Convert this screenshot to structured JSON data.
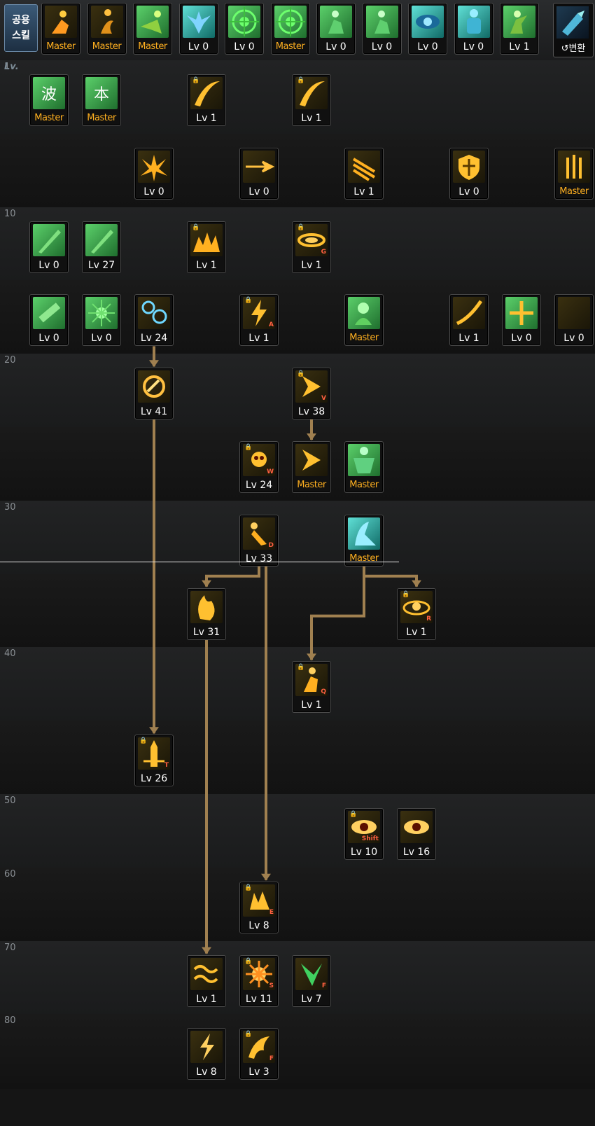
{
  "header": {
    "shared_label_1": "공용",
    "shared_label_2": "스킬",
    "lv_heading": "Lv.",
    "convert_label": "↺변환"
  },
  "colors": {
    "master": "#ffb020",
    "level": "#ffffff",
    "connector": "#a08050"
  },
  "top_skills": [
    {
      "icon": "rising-figure-icon",
      "label": "Master"
    },
    {
      "icon": "twisting-figure-icon",
      "label": "Master"
    },
    {
      "icon": "dash-figure-icon",
      "label": "Master"
    },
    {
      "icon": "winged-star-icon",
      "label": "Lv 0"
    },
    {
      "icon": "target-icon",
      "label": "Lv 0"
    },
    {
      "icon": "target-icon",
      "label": "Master"
    },
    {
      "icon": "kneeling-figure-icon",
      "label": "Lv 0"
    },
    {
      "icon": "kneeling-figure-icon",
      "label": "Lv 0"
    },
    {
      "icon": "eye-swirl-icon",
      "label": "Lv 0"
    },
    {
      "icon": "armored-figure-icon",
      "label": "Lv 0"
    },
    {
      "icon": "throwing-figure-icon",
      "label": "Lv 1"
    }
  ],
  "level_rows": [
    "1",
    "",
    "10",
    "",
    "20",
    "",
    "30",
    "",
    "40",
    "",
    "50",
    "60",
    "70",
    "80"
  ],
  "skills": [
    {
      "r": 0,
      "c": 0,
      "icon": "wave-kanji-icon",
      "label": "Master"
    },
    {
      "r": 0,
      "c": 1,
      "icon": "body-kanji-icon",
      "label": "Master"
    },
    {
      "r": 0,
      "c": 3,
      "icon": "slash-arc-icon",
      "label": "Lv 1",
      "lock": true
    },
    {
      "r": 0,
      "c": 5,
      "icon": "slash-arc-icon",
      "label": "Lv 1",
      "lock": true
    },
    {
      "r": 1,
      "c": 2,
      "icon": "burst-icon",
      "label": "Lv 0"
    },
    {
      "r": 1,
      "c": 4,
      "icon": "arrow-thrust-icon",
      "label": "Lv 0"
    },
    {
      "r": 1,
      "c": 6,
      "icon": "claw-strike-icon",
      "label": "Lv 1"
    },
    {
      "r": 1,
      "c": 8,
      "icon": "shield-icon",
      "label": "Lv 0"
    },
    {
      "r": 1,
      "c": 10,
      "icon": "triple-arrow-icon",
      "label": "Master"
    },
    {
      "r": 2,
      "c": 0,
      "icon": "sword-icon",
      "label": "Lv 0"
    },
    {
      "r": 2,
      "c": 1,
      "icon": "sword-icon",
      "label": "Lv 27"
    },
    {
      "r": 2,
      "c": 3,
      "icon": "flame-wave-icon",
      "label": "Lv 1",
      "lock": true
    },
    {
      "r": 2,
      "c": 5,
      "icon": "vortex-icon",
      "label": "Lv 1",
      "lock": true,
      "hotkey": "G"
    },
    {
      "r": 3,
      "c": 0,
      "icon": "blade-icon",
      "label": "Lv 0"
    },
    {
      "r": 3,
      "c": 1,
      "icon": "spark-icon",
      "label": "Lv 0"
    },
    {
      "r": 3,
      "c": 2,
      "icon": "gear-cluster-icon",
      "label": "Lv 24"
    },
    {
      "r": 3,
      "c": 4,
      "icon": "lightning-icon",
      "label": "Lv 1",
      "lock": true,
      "hotkey": "A"
    },
    {
      "r": 3,
      "c": 6,
      "icon": "aura-head-icon",
      "label": "Master"
    },
    {
      "r": 3,
      "c": 8,
      "icon": "arc-slash-icon",
      "label": "Lv 1"
    },
    {
      "r": 3,
      "c": 9,
      "icon": "cross-spark-icon",
      "label": "Lv 0"
    },
    {
      "r": 3,
      "c": 10,
      "icon": "crescent-icon",
      "label": "Lv 0"
    },
    {
      "r": 4,
      "c": 2,
      "icon": "fist-spiral-icon",
      "label": "Lv 41"
    },
    {
      "r": 4,
      "c": 5,
      "icon": "chevron-dash-icon",
      "label": "Lv 38",
      "lock": true,
      "hotkey": "V"
    },
    {
      "r": 5,
      "c": 4,
      "icon": "skull-flame-icon",
      "label": "Lv 24",
      "lock": true,
      "hotkey": "W"
    },
    {
      "r": 5,
      "c": 5,
      "icon": "chevron-dash-icon",
      "label": "Master"
    },
    {
      "r": 5,
      "c": 6,
      "icon": "muscle-figure-icon",
      "label": "Master"
    },
    {
      "r": 6,
      "c": 4,
      "icon": "dive-kick-icon",
      "label": "Lv 33",
      "hotkey": "D"
    },
    {
      "r": 6,
      "c": 6,
      "icon": "cyan-dash-icon",
      "label": "Master"
    },
    {
      "r": 7,
      "c": 3,
      "icon": "flame-fist-icon",
      "label": "Lv 31"
    },
    {
      "r": 7,
      "c": 7,
      "icon": "orbit-strike-icon",
      "label": "Lv 1",
      "lock": true,
      "hotkey": "R"
    },
    {
      "r": 8,
      "c": 5,
      "icon": "leap-figure-icon",
      "label": "Lv 1",
      "lock": true,
      "hotkey": "Q"
    },
    {
      "r": 9,
      "c": 2,
      "icon": "pillar-flame-icon",
      "label": "Lv 26",
      "lock": true,
      "hotkey": "T"
    },
    {
      "r": 10,
      "c": 6,
      "icon": "eye-icon",
      "label": "Lv 10",
      "lock": true,
      "hotkey": "Shift"
    },
    {
      "r": 10,
      "c": 7,
      "icon": "eye-icon",
      "label": "Lv 16"
    },
    {
      "r": 11,
      "c": 4,
      "icon": "fist-burst-icon",
      "label": "Lv 8",
      "lock": true,
      "hotkey": "E"
    },
    {
      "r": 12,
      "c": 3,
      "icon": "chain-wave-icon",
      "label": "Lv 1"
    },
    {
      "r": 12,
      "c": 4,
      "icon": "explosion-icon",
      "label": "Lv 11",
      "lock": true,
      "hotkey": "S"
    },
    {
      "r": 12,
      "c": 5,
      "icon": "green-slash-icon",
      "label": "Lv 7",
      "hotkey": "F"
    },
    {
      "r": 13,
      "c": 3,
      "icon": "lightning-fist-icon",
      "label": "Lv 8"
    },
    {
      "r": 13,
      "c": 4,
      "icon": "dragon-strike-icon",
      "label": "Lv 3",
      "lock": true,
      "hotkey": "F"
    }
  ]
}
